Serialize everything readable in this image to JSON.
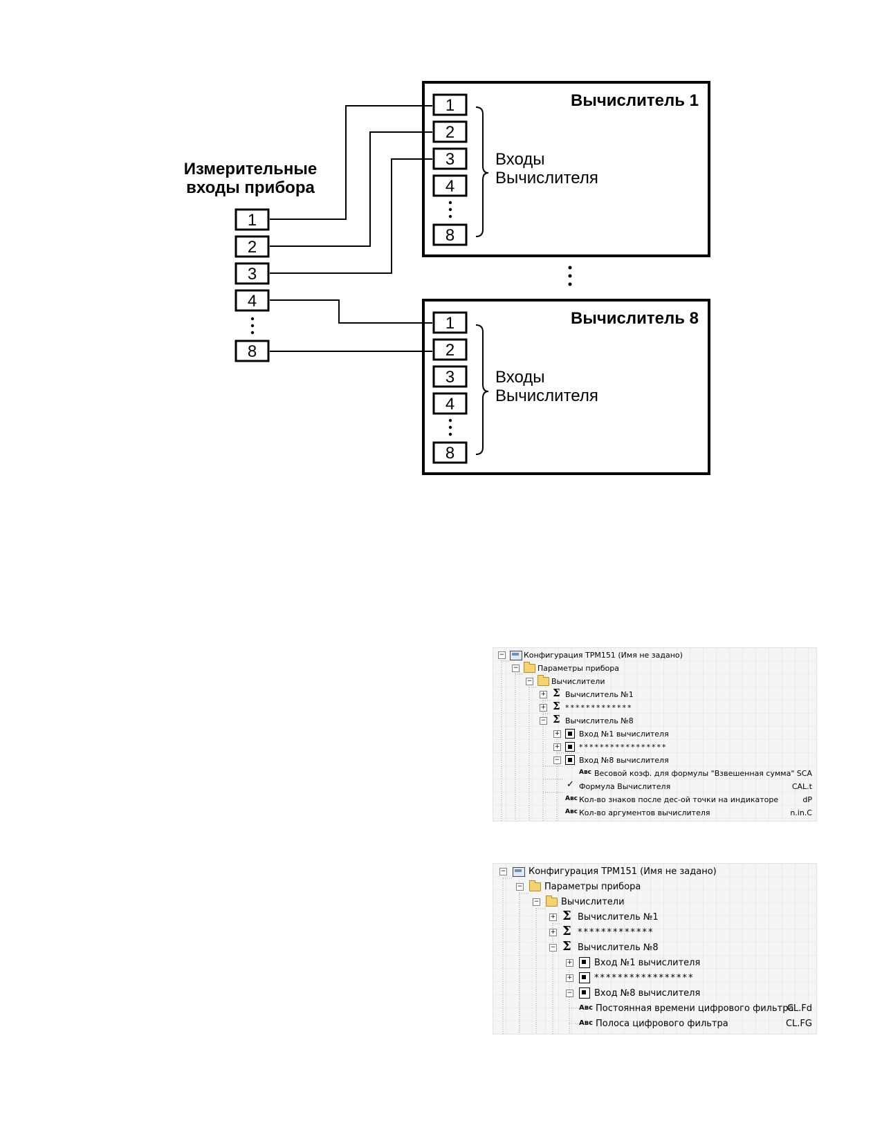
{
  "diagram": {
    "instrument_inputs_label": [
      "Измерительные",
      "входы прибора"
    ],
    "instrument_inputs": [
      "1",
      "2",
      "3",
      "4",
      "8"
    ],
    "calculators": [
      {
        "title": "Вычислитель 1",
        "inputs": [
          "1",
          "2",
          "3",
          "4",
          "8"
        ],
        "group_label": [
          "Входы",
          "Вычислителя"
        ]
      },
      {
        "title": "Вычислитель 8",
        "inputs": [
          "1",
          "2",
          "3",
          "4",
          "8"
        ],
        "group_label": [
          "Входы",
          "Вычислителя"
        ]
      }
    ]
  },
  "tree1": {
    "rows": [
      {
        "label": "Конфигурация ТРМ151 (Имя не задано)",
        "code": ""
      },
      {
        "label": "Параметры прибора",
        "code": ""
      },
      {
        "label": "Вычислители",
        "code": ""
      },
      {
        "label": "Вычислитель №1",
        "code": ""
      },
      {
        "label": "*************",
        "code": ""
      },
      {
        "label": "Вычислитель №8",
        "code": ""
      },
      {
        "label": "Вход №1 вычислителя",
        "code": ""
      },
      {
        "label": "*****************",
        "code": ""
      },
      {
        "label": "Вход №8 вычислителя",
        "code": ""
      },
      {
        "label": "Весовой коэф. для формулы \"Взвешенная сумма\"",
        "code": "SCA"
      },
      {
        "label": "Формула Вычислителя",
        "code": "CAL.t"
      },
      {
        "label": "Кол-во знаков после дес-ой точки на индикаторе",
        "code": "dP"
      },
      {
        "label": "Кол-во аргументов вычислителя",
        "code": "n.in.C"
      }
    ]
  },
  "tree2": {
    "rows": [
      {
        "label": "Конфигурация ТРМ151 (Имя не задано)",
        "code": ""
      },
      {
        "label": "Параметры прибора",
        "code": ""
      },
      {
        "label": "Вычислители",
        "code": ""
      },
      {
        "label": "Вычислитель №1",
        "code": ""
      },
      {
        "label": "*************",
        "code": ""
      },
      {
        "label": "Вычислитель №8",
        "code": ""
      },
      {
        "label": "Вход №1 вычислителя",
        "code": ""
      },
      {
        "label": "*****************",
        "code": ""
      },
      {
        "label": "Вход №8 вычислителя",
        "code": ""
      },
      {
        "label": "Постоянная времени цифрового фильтра",
        "code": "CL.Fd"
      },
      {
        "label": "Полоса цифрового фильтра",
        "code": "CL.FG"
      }
    ]
  },
  "icons": {
    "abc": "Aвс",
    "sigma": "Σ",
    "expand": "+",
    "collapse": "−",
    "check": "✓"
  }
}
